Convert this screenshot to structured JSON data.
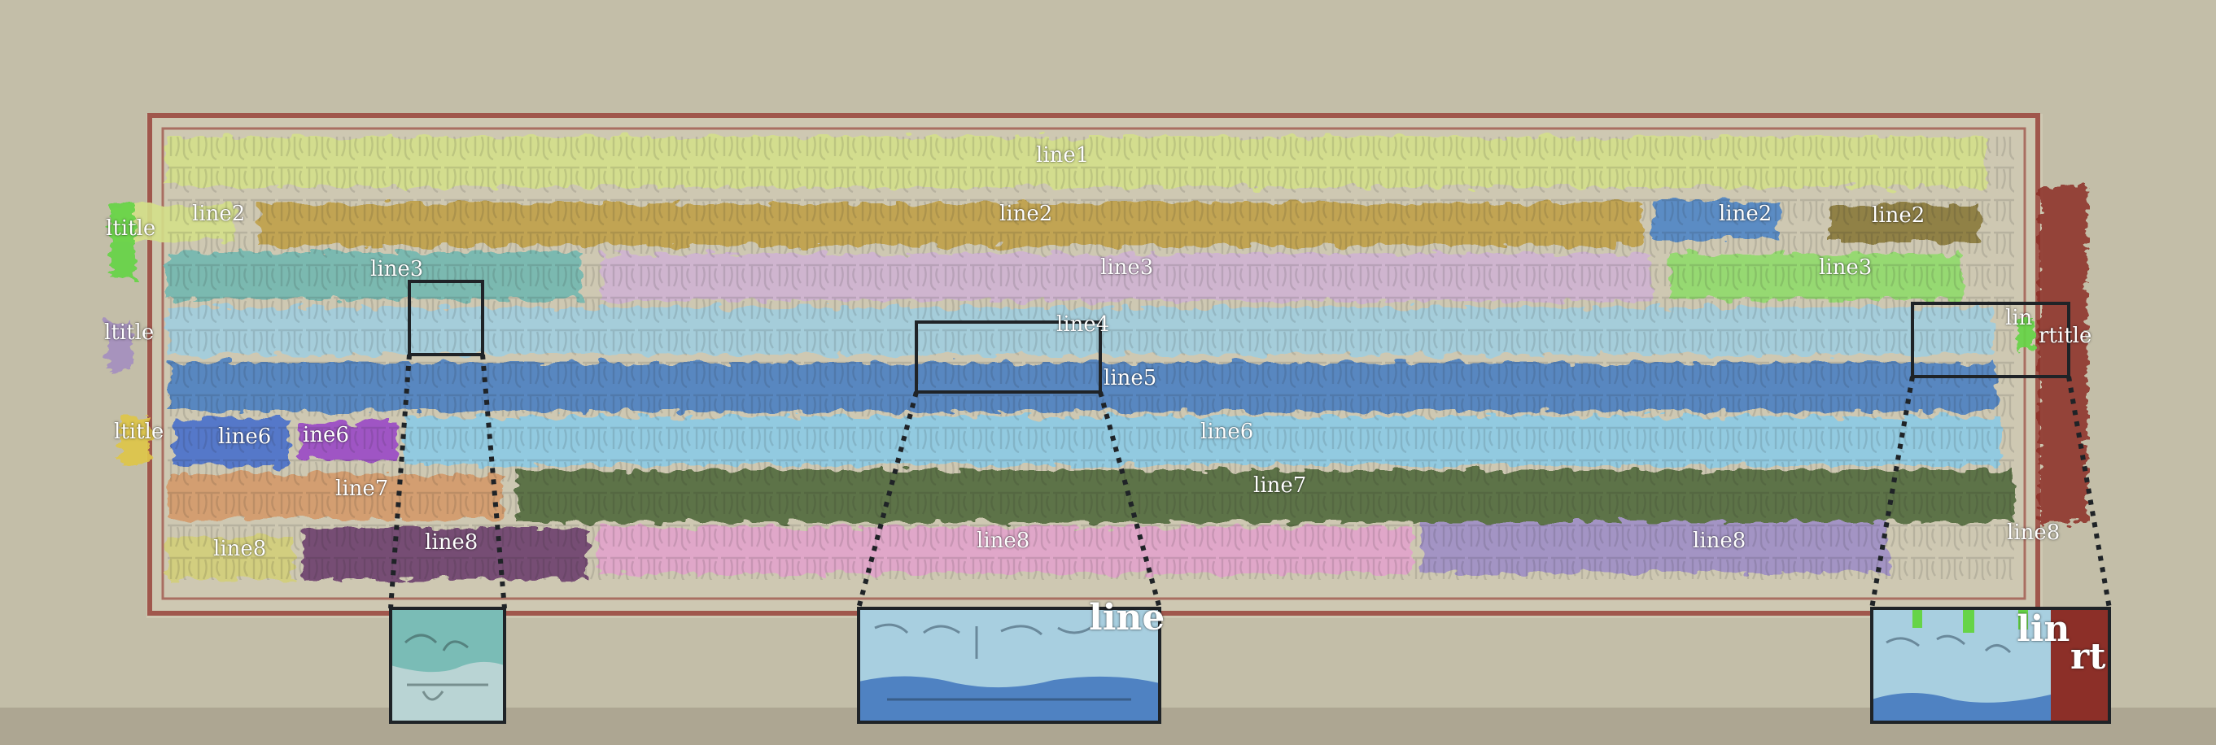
{
  "colors": {
    "page_bg": "#c3bea8",
    "page_bottom_band": "#ada692",
    "folio_paper": "#cec8b2",
    "border_red": "#a0574c",
    "seal_red": "#8c2f28",
    "outline_dark": "#1f2327",
    "line1": "#d4e08a",
    "line2": "#c0a14a",
    "line2_blue": "#4f86c6",
    "line2_olive": "#8a7a3a",
    "line3": "#6fb7b0",
    "line3_lilac": "#d0b3d3",
    "line3_green": "#8fdc6a",
    "line4": "#9fcfe2",
    "line5": "#4f82c2",
    "line6": "#8ccbe6",
    "line6_blue": "#4a6fcc",
    "line6_purple": "#9b48c7",
    "line7": "#d49a6a",
    "line7_dark": "#516b3c",
    "line8": "#d3cf7a",
    "line8_dark": "#6d3f6e",
    "line8_pink": "#e3a4cc",
    "line8_lavender": "#9f8fc6",
    "ltitle_green": "#66d447",
    "ltitle_lilac": "#a590bf",
    "ltitle_yellow": "#dfc64a"
  },
  "labels": {
    "line1": "line1",
    "line2": "line2",
    "line3": "line3",
    "line4": "line4",
    "line5": "line5",
    "line6": "line6",
    "line7": "line7",
    "line8": "line8",
    "ltitle": "ltitle",
    "rtitle": "rtitle",
    "lin": "lin",
    "rt": "rt",
    "line6_partial": "ine6",
    "zoom_partial": "line"
  },
  "icons": {
    "zoom_connector": "dotted-leader-line",
    "zoom_inset": "magnified-crop"
  }
}
